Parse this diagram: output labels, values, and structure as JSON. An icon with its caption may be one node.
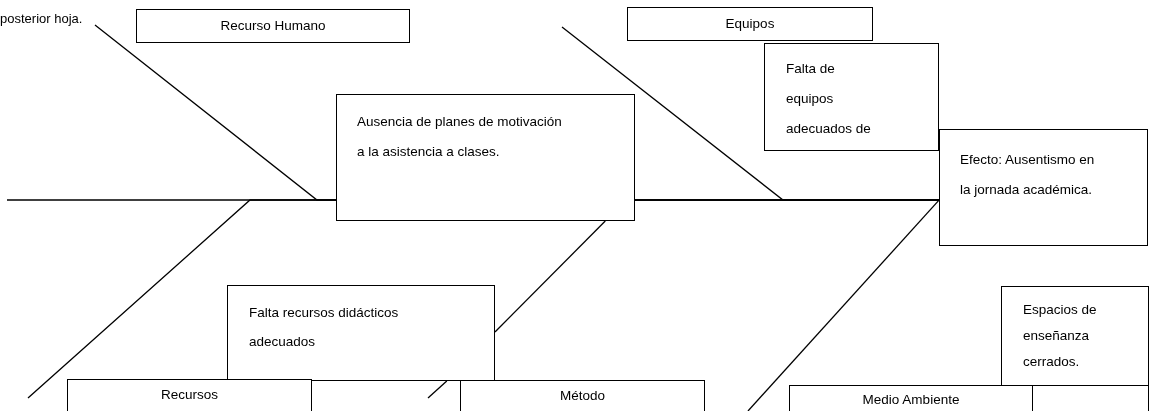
{
  "diagram": {
    "nodes": [
      {
        "text": [
          "Recurso Humano"
        ]
      },
      {
        "text": [
          "Equipos"
        ]
      },
      {
        "text": [
          "Falta de equipos adecuados de"
        ]
      },
      {
        "text": [
          "Ausencia de planes de motivación a la asistencia a clases."
        ]
      },
      {
        "text": [
          "Efecto: Ausentismo en la jornada académica."
        ]
      },
      {
        "text": [
          "Falta recursos didácticos adecuados"
        ]
      },
      {
        "text": [
          "Espacios de enseñanza cerrados."
        ]
      },
      {
        "text": [
          "Recursos"
        ]
      },
      {
        "text": [
          "Método"
        ]
      },
      {
        "text": [
          "Medio Ambiente"
        ]
      },
      {
        "text": [],
        "shape": "box"
      }
    ],
    "edges": [
      {
        "from": null,
        "to": 4,
        "arrow": "none"
      },
      {
        "from": 5,
        "to": 3,
        "arrow": "none"
      },
      {
        "from": null,
        "to": 4,
        "arrow": "none"
      },
      {
        "from": null,
        "to": 4,
        "arrow": "none"
      },
      {
        "from": null,
        "to": 4,
        "arrow": "none"
      },
      {
        "from": null,
        "to": 5,
        "arrow": "none"
      },
      {
        "from": null,
        "to": 4,
        "arrow": "none"
      }
    ],
    "labels": [
      "posterior hoja."
    ]
  }
}
